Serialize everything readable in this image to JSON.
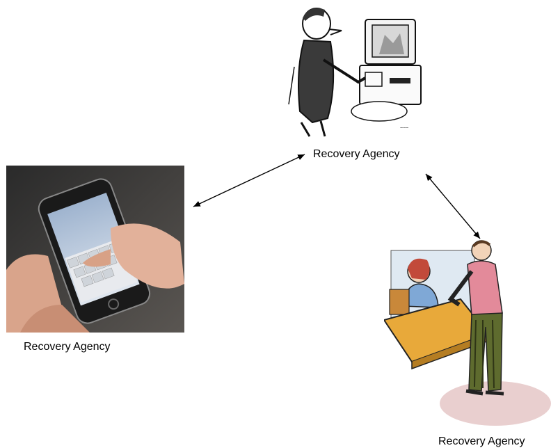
{
  "nodes": [
    {
      "id": "top",
      "label": "Recovery Agency",
      "illustration": "person-at-computer-cartoon"
    },
    {
      "id": "left",
      "label": "Recovery Agency",
      "illustration": "hand-holding-smartphone-photo"
    },
    {
      "id": "right",
      "label": "Recovery Agency",
      "illustration": "customer-at-service-desk-clipart"
    }
  ],
  "edges": [
    {
      "from": "left",
      "to": "top",
      "style": "double-arrow"
    },
    {
      "from": "top",
      "to": "right",
      "style": "double-arrow"
    }
  ],
  "colors": {
    "background": "#ffffff",
    "connector": "#000000",
    "text": "#000000"
  }
}
